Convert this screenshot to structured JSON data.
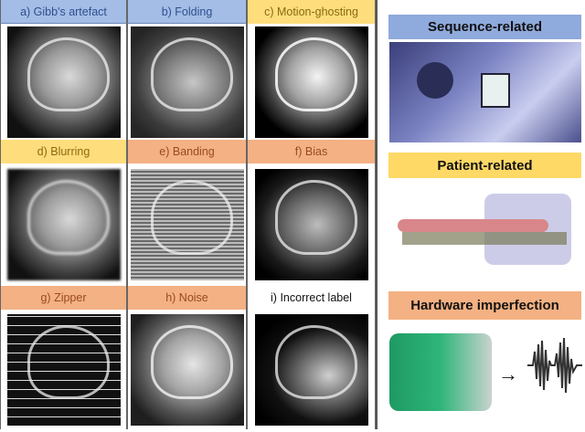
{
  "grid": {
    "cells": [
      {
        "label": "a) Gibb's artefact",
        "category": "sequence",
        "color": "#a4bde6"
      },
      {
        "label": "b) Folding",
        "category": "sequence",
        "color": "#a4bde6"
      },
      {
        "label": "c) Motion-ghosting",
        "category": "patient",
        "color": "#fedd7c"
      },
      {
        "label": "d) Blurring",
        "category": "patient",
        "color": "#fedd7c"
      },
      {
        "label": "e) Banding",
        "category": "hardware",
        "color": "#f3b184"
      },
      {
        "label": "f) Bias",
        "category": "hardware",
        "color": "#f3b184"
      },
      {
        "label": "g) Zipper",
        "category": "hardware",
        "color": "#f3b184"
      },
      {
        "label": "h) Noise",
        "category": "hardware",
        "color": "#f3b184"
      },
      {
        "label": "i) Incorrect label",
        "category": "none",
        "color": "#ffffff"
      }
    ]
  },
  "legend": {
    "sequence": {
      "label": "Sequence-related",
      "color": "#8faadc",
      "illustration": "MRI operator at console"
    },
    "patient": {
      "label": "Patient-related",
      "color": "#ffd966",
      "illustration": "Patient model in scanner bore"
    },
    "hardware": {
      "label": "Hardware imperfection",
      "color": "#f4b183",
      "illustration": "RF coil array to noisy signal waveform"
    }
  }
}
